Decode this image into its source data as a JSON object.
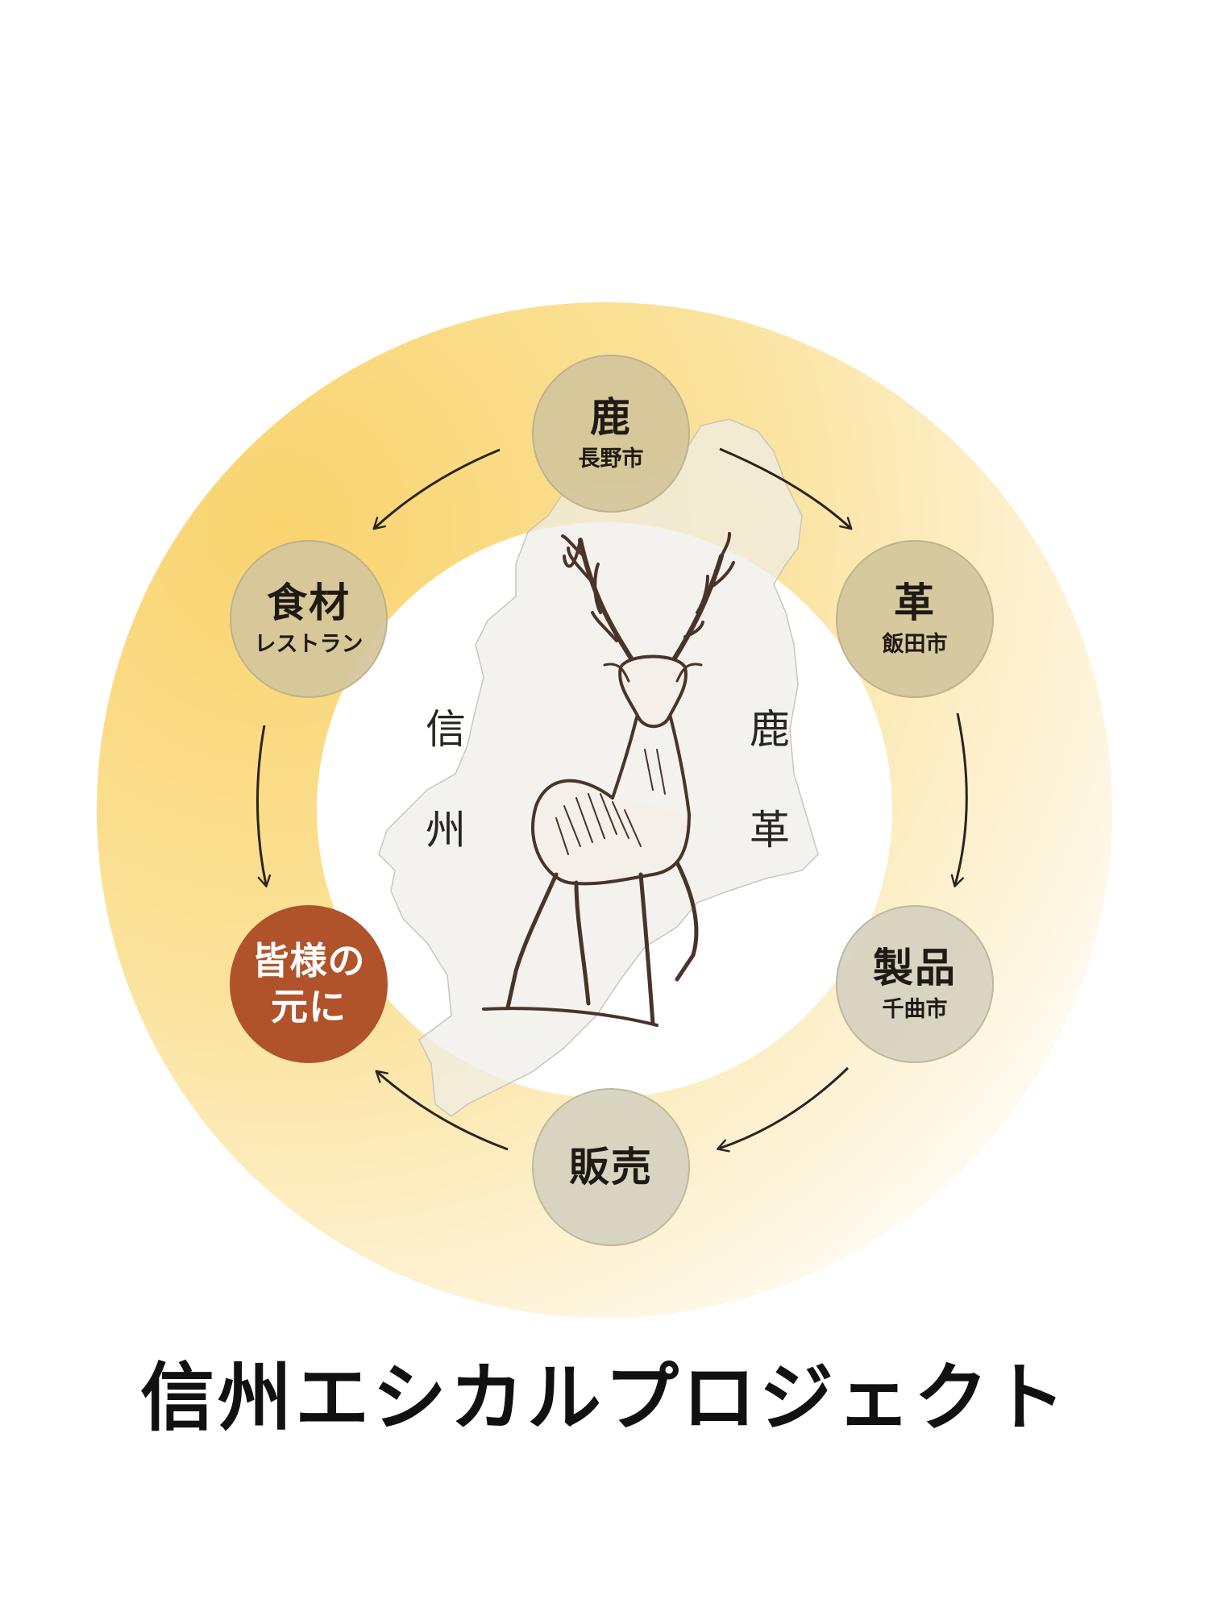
{
  "nodes": {
    "deer": {
      "title": "鹿",
      "sub": "長野市"
    },
    "leather": {
      "title": "革",
      "sub": "飯田市"
    },
    "products": {
      "title": "製品",
      "sub": "千曲市"
    },
    "sales": {
      "title": "販売"
    },
    "everyone": {
      "title_line1": "皆様の",
      "title_line2": "元に"
    },
    "food": {
      "title": "食材",
      "sub": "レストラン"
    }
  },
  "center_text": {
    "left": [
      "信",
      "州"
    ],
    "right": [
      "鹿",
      "革"
    ]
  },
  "footer": {
    "title": "信州エシカルプロジェクト"
  },
  "colors": {
    "ring_gold": "#f9d77a",
    "node_tan": "#d4c69c",
    "node_grey": "#d6d2c0",
    "highlight": "#b0532b",
    "map": "#f1f0ec",
    "deer_ink": "#4a3328"
  }
}
